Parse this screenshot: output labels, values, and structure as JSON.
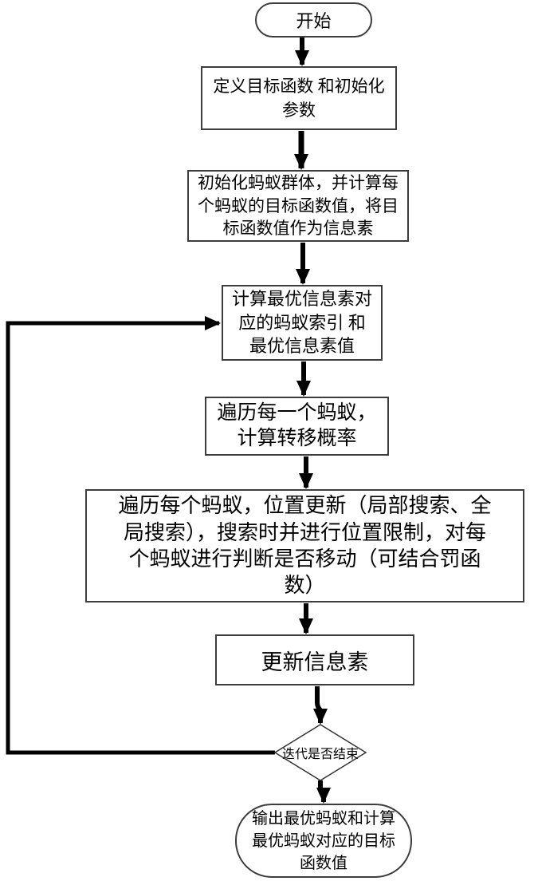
{
  "flowchart": {
    "kind": "ant-colony-optimization-flowchart",
    "nodes": {
      "start": {
        "type": "terminator",
        "label": "开始"
      },
      "define": {
        "type": "process",
        "lines": [
          "定义目标函数 和初始化",
          "参数"
        ]
      },
      "init": {
        "type": "process",
        "lines": [
          "初始化蚂蚁群体，并计算每",
          "个蚂蚁的目标函数值，将目",
          "标函数值作为信息素"
        ]
      },
      "best": {
        "type": "process",
        "lines": [
          "计算最优信息素对",
          "应的蚂蚁索引 和",
          "最优信息素值"
        ]
      },
      "traverse": {
        "type": "process",
        "lines": [
          "遍历每一个蚂蚁，",
          "计算转移概率"
        ]
      },
      "position_update": {
        "type": "process",
        "lines": [
          "遍历每个蚂蚁，位置更新（局部搜索、全",
          "局搜索），搜索时并进行位置限制，对每",
          "个蚂蚁进行判断是否移动（可结合罚函",
          "数）"
        ]
      },
      "update_pheromone": {
        "type": "process",
        "label": "更新信息素"
      },
      "decision": {
        "type": "decision",
        "label": "迭代是否结束"
      },
      "output": {
        "type": "terminator",
        "lines": [
          "输出最优蚂蚁和计算",
          "最优蚂蚁对应的目标",
          "函数值"
        ]
      }
    },
    "colors": {
      "line": "#000000",
      "border": "#3d3d3d",
      "background": "#ffffff",
      "text": "#000000"
    }
  }
}
